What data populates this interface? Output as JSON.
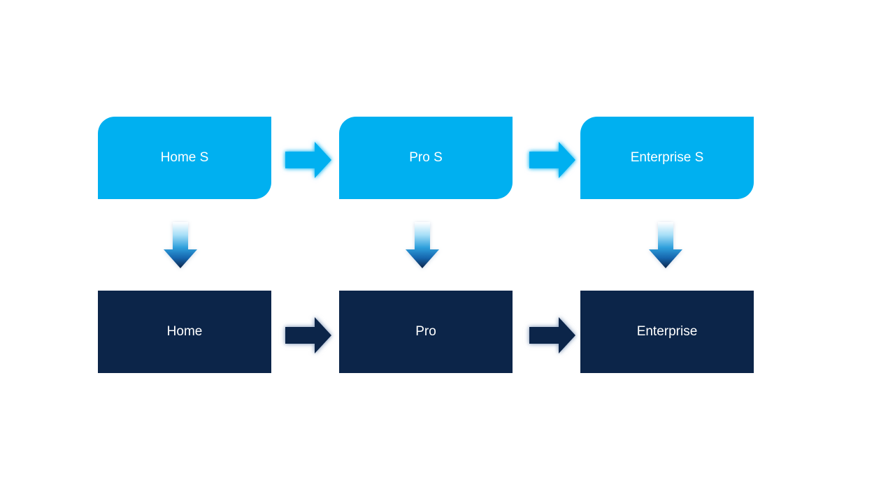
{
  "colors": {
    "background": "#FFFFFF",
    "top_box_fill": "#00B0F0",
    "bottom_box_fill": "#0C2549",
    "label_text": "#FFFFFF",
    "arrow_cyan": "#00B0F0",
    "arrow_navy": "#0C2549",
    "arrow_glow_cyan": "#00B0F099",
    "arrow_glow_navy": "#7E96B899",
    "down_arrow_shadow": "#8CA6C266",
    "gradient_stop_0": "#FFFFFF",
    "gradient_stop_1": "#A6DEF7",
    "gradient_stop_2": "#2FA0DC",
    "gradient_stop_3": "#1565AD",
    "gradient_stop_4": "#0C2549"
  },
  "nodes": {
    "top": [
      {
        "label": "Home S"
      },
      {
        "label": "Pro S"
      },
      {
        "label": "Enterprise S"
      }
    ],
    "bottom": [
      {
        "label": "Home"
      },
      {
        "label": "Pro"
      },
      {
        "label": "Enterprise"
      }
    ]
  },
  "icons": {
    "right_arrow": "right-arrow-icon",
    "down_arrow": "down-arrow-icon"
  }
}
